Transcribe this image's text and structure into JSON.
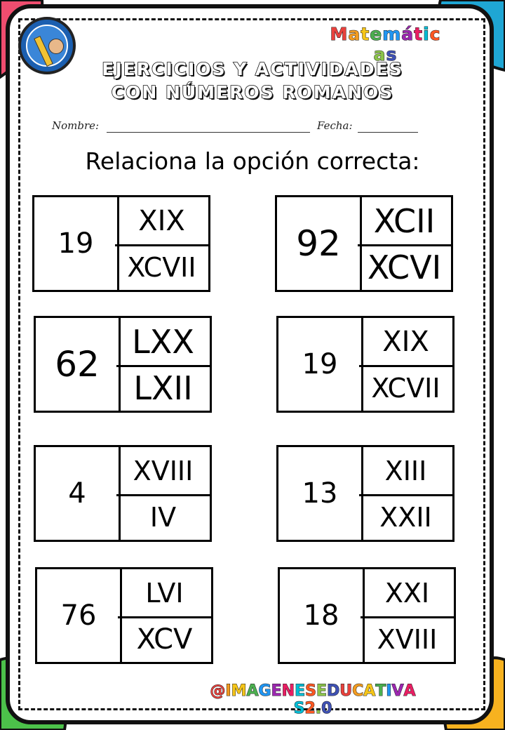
{
  "header": {
    "subject": "Matemáticas",
    "subject_colors": [
      "#e8413c",
      "#f29b20",
      "#f5c518",
      "#4caf50",
      "#2196f3",
      "#9c27b0",
      "#e91e63",
      "#00bcd4",
      "#ff5722",
      "#8bc34a",
      "#3f51b5"
    ],
    "title_line1": "EJERCICIOS Y ACTIVIDADES",
    "title_line2": "CON NÚMEROS ROMANOS"
  },
  "form": {
    "name_label": "Nombre:",
    "date_label": "Fecha:"
  },
  "instruction": "Relaciona la opción correcta:",
  "exercises": [
    {
      "number": "19",
      "option_top": "XIX",
      "option_bottom": "XCVII"
    },
    {
      "number": "92",
      "option_top": "XCII",
      "option_bottom": "XCVI"
    },
    {
      "number": "62",
      "option_top": "LXX",
      "option_bottom": "LXII"
    },
    {
      "number": "19",
      "option_top": "XIX",
      "option_bottom": "XCVII"
    },
    {
      "number": "4",
      "option_top": "XVIII",
      "option_bottom": "IV"
    },
    {
      "number": "13",
      "option_top": "XIII",
      "option_bottom": "XXII"
    },
    {
      "number": "76",
      "option_top": "LVI",
      "option_bottom": "XCV"
    },
    {
      "number": "18",
      "option_top": "XXI",
      "option_bottom": "XVIII"
    }
  ],
  "footer": {
    "tag": "@IMAGENESEDUCATIVAS2.0"
  },
  "colors": {
    "corner_top_left": "#ef4d6f",
    "corner_top_right": "#1fa6d4",
    "corner_bottom_left": "#4cc24a",
    "corner_bottom_right": "#f7b21f",
    "logo_blue": "#1b5fb0"
  },
  "icons": {
    "logo": "kid-with-pencil-icon"
  }
}
